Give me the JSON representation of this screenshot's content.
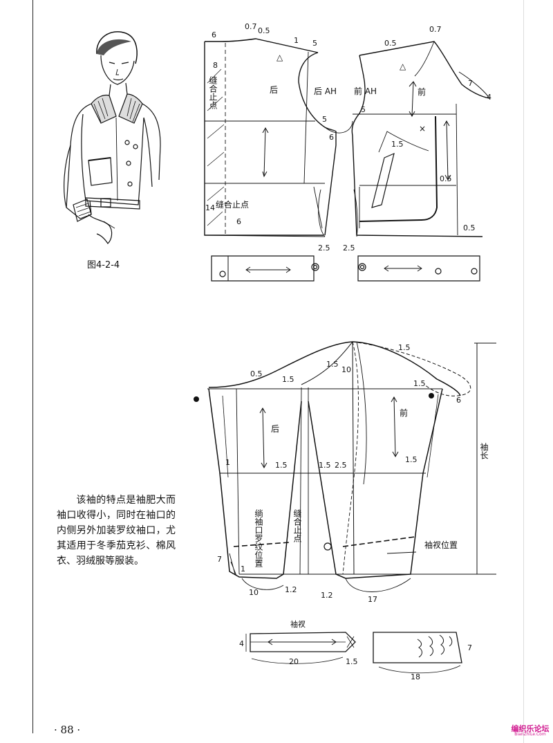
{
  "figure": {
    "caption": "图4-2-4"
  },
  "description": "该袖的特点是袖肥大而袖口收得小，同时在袖口的内侧另外加装罗纹袖口，尤其适用于冬季茄克衫、棉风衣、羽绒服等服装。",
  "page_number": "· 88 ·",
  "watermark": {
    "name": "编织乐论坛",
    "url": "BianZhiLe.Com"
  },
  "bodice": {
    "back": "后",
    "front": "前",
    "back_ah": "后 AH",
    "front_ah": "前 AH",
    "seam_point_vertical": "缝合止点",
    "seam_point": "缝合止点",
    "triangle": "△",
    "cross": "×",
    "m_07_left": "0.7",
    "m_05_left": "0.5",
    "m_6_top": "6",
    "m_8": "8",
    "m_1": "1",
    "m_5_shoulder": "5",
    "m_05_front": "0.5",
    "m_07_right": "0.7",
    "m_7": "7",
    "m_4": "4",
    "m_5_back_arm": "5",
    "m_5_front_arm": "5",
    "m_6_side": "6",
    "m_15_pocket": "1.5",
    "m_05_hem": "0.5",
    "m_05_bottom": "0.5",
    "m_14": "14",
    "m_6_bottom": "6",
    "m_25_left": "2.5",
    "m_25_right": "2.5"
  },
  "sleeve": {
    "back": "后",
    "front": "前",
    "length": "袖长",
    "rib_cuff": "绱袖口罗纹位置",
    "seam_point": "缝合止点",
    "placket_position": "袖衩位置",
    "m_15_top": "1.5",
    "m_15_a": "1.5",
    "m_10": "10",
    "m_05": "0.5",
    "m_15_b": "1.5",
    "m_15_c": "1.5",
    "m_6": "6",
    "m_1_left": "1",
    "m_15_d": "1.5",
    "m_15_e": "1.5",
    "m_25": "2.5",
    "m_15_f": "1.5",
    "m_7": "7",
    "m_1_bottom": "1",
    "m_10_bottom": "10",
    "m_12_left": "1.2",
    "m_12_right": "1.2",
    "m_17": "17"
  },
  "placket": {
    "title": "袖衩",
    "width": "4",
    "length": "20",
    "notch": "1.5"
  },
  "cuff": {
    "width": "7",
    "length": "18"
  }
}
